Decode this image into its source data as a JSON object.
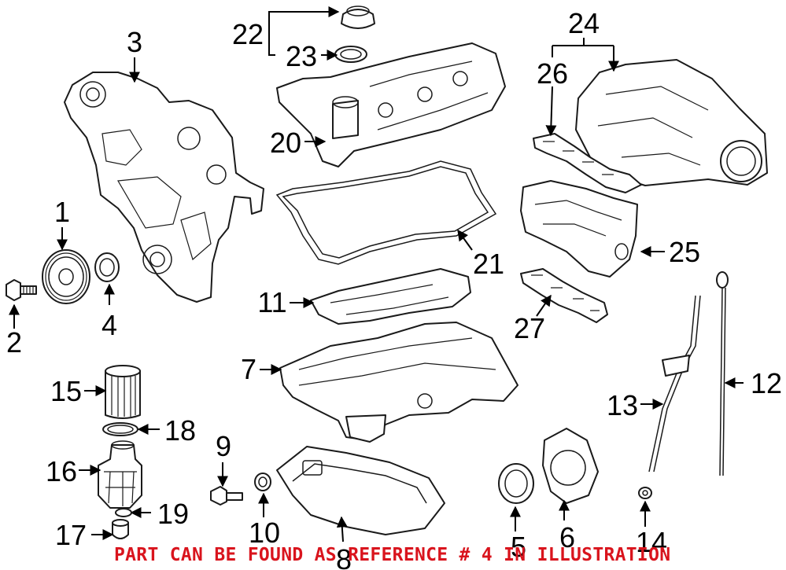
{
  "callouts": {
    "c1": "1",
    "c2": "2",
    "c3": "3",
    "c4": "4",
    "c5": "5",
    "c6": "6",
    "c7": "7",
    "c8": "8",
    "c9": "9",
    "c10": "10",
    "c11": "11",
    "c12": "12",
    "c13": "13",
    "c14": "14",
    "c15": "15",
    "c16": "16",
    "c17": "17",
    "c18": "18",
    "c19": "19",
    "c20": "20",
    "c21": "21",
    "c22": "22",
    "c23": "23",
    "c24": "24",
    "c25": "25",
    "c26": "26",
    "c27": "27"
  },
  "notice": "PART CAN BE FOUND AS REFERENCE # 4 IN ILLUSTRATION",
  "colors": {
    "notice": "#d9141d",
    "line": "#1a1a1a"
  }
}
